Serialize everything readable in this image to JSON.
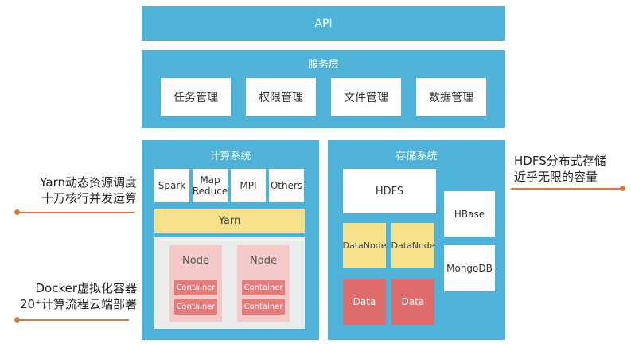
{
  "api": "API",
  "service_layer": {
    "title": "服务层",
    "items": [
      "任务管理",
      "权限管理",
      "文件管理",
      "数据管理"
    ]
  },
  "compute": {
    "title": "计算系统",
    "frameworks": [
      "Spark",
      "Map\nReduce",
      "MPI",
      "Others"
    ],
    "yarn": "Yarn",
    "node_label": "Node",
    "container_label": "Container"
  },
  "storage": {
    "title": "存储系统",
    "hdfs": "HDFS",
    "datanode": "DataNode",
    "data": "Data",
    "hbase": "HBase",
    "mongodb": "MongoDB"
  },
  "notes": {
    "left_top": [
      "Yarn动态资源调度",
      "十万核行并发运算"
    ],
    "left_bottom": [
      "Docker虚拟化容器",
      "20⁺计算流程云端部署"
    ],
    "right": [
      "HDFS分布式存储",
      "近乎无限的容量"
    ]
  },
  "colors": {
    "blue": "#4fb3d9",
    "yellow": "#f7e08a",
    "red": "#e06b6b",
    "pink": "#f6c9c9",
    "accent": "#d9793a"
  }
}
